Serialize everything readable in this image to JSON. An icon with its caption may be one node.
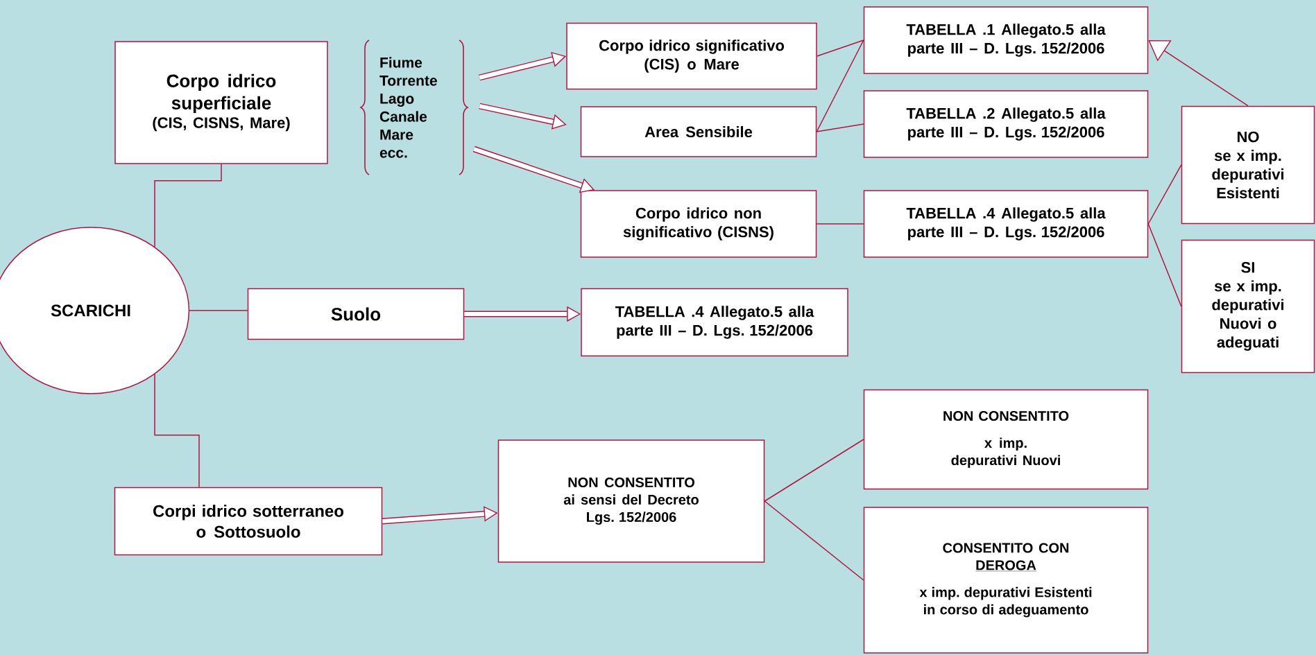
{
  "diagram": {
    "nodes": [
      {
        "text": [
          "SCARICHI"
        ]
      },
      {
        "text": [
          "Corpo idrico superficiale",
          "(CIS, CISNS, Mare)"
        ]
      },
      {
        "text": [
          "Fiume",
          "Torrente",
          "Lago",
          "Canale",
          "Mare",
          "ecc."
        ]
      },
      {
        "text": [
          "Corpo idrico significativo (CIS) o Mare"
        ]
      },
      {
        "text": [
          "Area Sensibile"
        ]
      },
      {
        "text": [
          "Corpo idrico non significativo (CISNS)"
        ]
      },
      {
        "text": [
          "TABELLA .1 Allegato.5 alla parte III – D. Lgs. 152/2006"
        ]
      },
      {
        "text": [
          "TABELLA .2 Allegato.5 alla parte III – D. Lgs. 152/2006"
        ]
      },
      {
        "text": [
          "TABELLA .4 Allegato.5 alla parte III – D. Lgs. 152/2006"
        ]
      },
      {
        "text": [
          "NO",
          "se x imp. depurativi Esistenti"
        ]
      },
      {
        "text": [
          "SI",
          "se x imp. depurativi Nuovi o adeguati"
        ]
      },
      {
        "text": [
          "Suolo"
        ]
      },
      {
        "text": [
          "TABELLA .4 Allegato.5 alla parte III – D. Lgs. 152/2006"
        ]
      },
      {
        "text": [
          "Corpi idrico sotterraneo o Sottosuolo"
        ]
      },
      {
        "text": [
          "NON CONSENTITO",
          "ai sensi del Decreto Lgs. 152/2006"
        ]
      },
      {
        "text": [
          "NON CONSENTITO",
          "x imp. depurativi Nuovi"
        ]
      },
      {
        "text": [
          "CONSENTITO CON",
          "DEROGA",
          "x imp. depurativi Esistenti in corso di adeguamento"
        ]
      }
    ],
    "edges": [
      {
        "from": 0,
        "to": 1,
        "arrow": "none"
      },
      {
        "from": 0,
        "to": 11,
        "arrow": "none"
      },
      {
        "from": 0,
        "to": 13,
        "arrow": "none"
      },
      {
        "from": 2,
        "to": 3,
        "arrow": "to",
        "style": "thick"
      },
      {
        "from": 2,
        "to": 4,
        "arrow": "to",
        "style": "thick"
      },
      {
        "from": 2,
        "to": 5,
        "arrow": "to",
        "style": "thick"
      },
      {
        "from": 3,
        "to": 6,
        "arrow": "none"
      },
      {
        "from": 4,
        "to": 6,
        "arrow": "none"
      },
      {
        "from": 4,
        "to": 7,
        "arrow": "none"
      },
      {
        "from": 5,
        "to": 8,
        "arrow": "none"
      },
      {
        "from": 8,
        "to": 9,
        "arrow": "none"
      },
      {
        "from": 8,
        "to": 10,
        "arrow": "none"
      },
      {
        "from": 9,
        "to": 6,
        "arrow": "to"
      },
      {
        "from": 11,
        "to": 12,
        "arrow": "to",
        "style": "thick"
      },
      {
        "from": 13,
        "to": 14,
        "arrow": "to",
        "style": "thick"
      },
      {
        "from": 14,
        "to": 15,
        "arrow": "none"
      },
      {
        "from": 14,
        "to": 16,
        "arrow": "none"
      }
    ]
  }
}
